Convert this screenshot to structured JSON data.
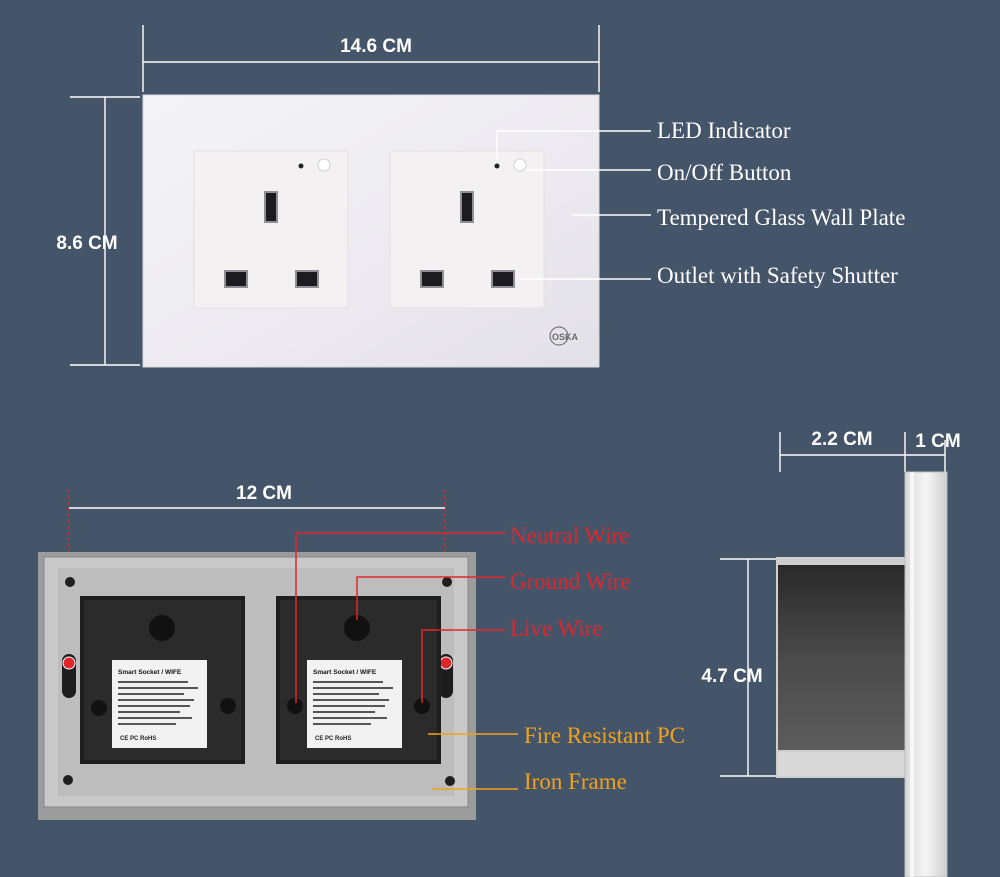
{
  "dimensions": {
    "front_width": "14.6 CM",
    "front_height": "8.6 CM",
    "back_width": "12 CM",
    "side_depth": "2.2 CM",
    "side_plate": "1 CM",
    "side_height": "4.7 CM"
  },
  "front_callouts": {
    "led": "LED Indicator",
    "button": "On/Off Button",
    "plate": "Tempered Glass Wall Plate",
    "outlet": "Outlet with Safety Shutter"
  },
  "back_callouts": {
    "neutral": "Neutral Wire",
    "ground": "Ground Wire",
    "live": "Live Wire",
    "pc": "Fire Resistant PC",
    "frame": "Iron Frame"
  },
  "brand_logo": "OSKA",
  "module_label": {
    "title_left": "Smart Socket / WIFE",
    "title_right": "Smart Socket / WIFE",
    "cert_text": "CE PC RoHS"
  },
  "colors": {
    "background": "#445569",
    "red_callout": "#e0262b",
    "orange_callout": "#f2a219"
  }
}
